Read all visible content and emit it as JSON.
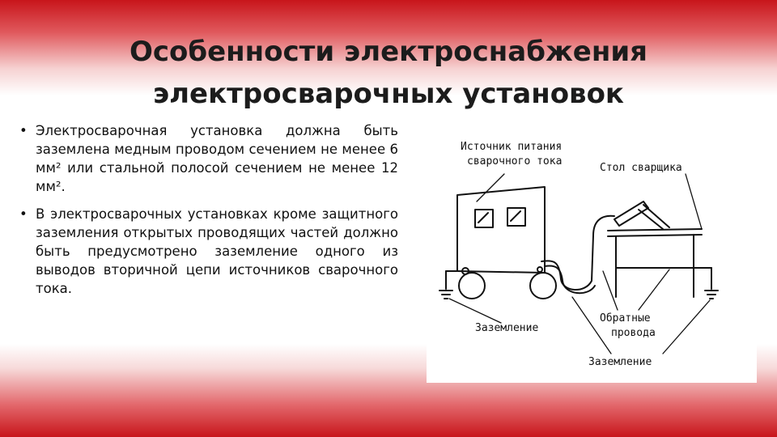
{
  "slide": {
    "title_line1": "Особенности электроснабжения",
    "title_line2": "электросварочных установок",
    "bullets": [
      "Электросварочная установка должна быть заземлена медным проводом сечением не менее 6 мм² или стальной полосой сечением не менее 12 мм².",
      "В электросварочных установках кроме защитного заземления открытых проводящих частей должно быть предусмотрено заземление одного из выводов вторичной цепи источников сварочного тока."
    ],
    "bullet_marker": "•"
  },
  "diagram": {
    "label_source_line1": "Источник питания",
    "label_source_line2": "сварочного тока",
    "label_table": "Стол сварщика",
    "label_return_line1": "Обратные",
    "label_return_line2": "провода",
    "label_ground_left": "Заземление",
    "label_ground_bottom": "Заземление"
  }
}
